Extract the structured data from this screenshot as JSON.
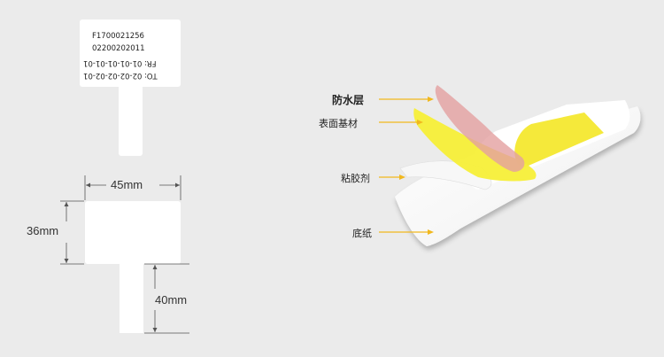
{
  "sample_label": {
    "line1": "F1700021256",
    "line2": "02200202011",
    "line3": "FR: 01-01-01-01-01",
    "line4": "TO: 02-02-02-02-01"
  },
  "dimensions": {
    "width": "45mm",
    "height": "36mm",
    "tail": "40mm"
  },
  "layers": [
    {
      "label": "防水层"
    },
    {
      "label": "表面基材"
    },
    {
      "label": "粘胶剂"
    },
    {
      "label": "底纸"
    }
  ],
  "colors": {
    "background": "#ebebeb",
    "label_white": "#ffffff",
    "waterproof_layer": "#e4a0a0",
    "surface_layer": "#f7ef38",
    "arrow": "#f1b81e"
  }
}
